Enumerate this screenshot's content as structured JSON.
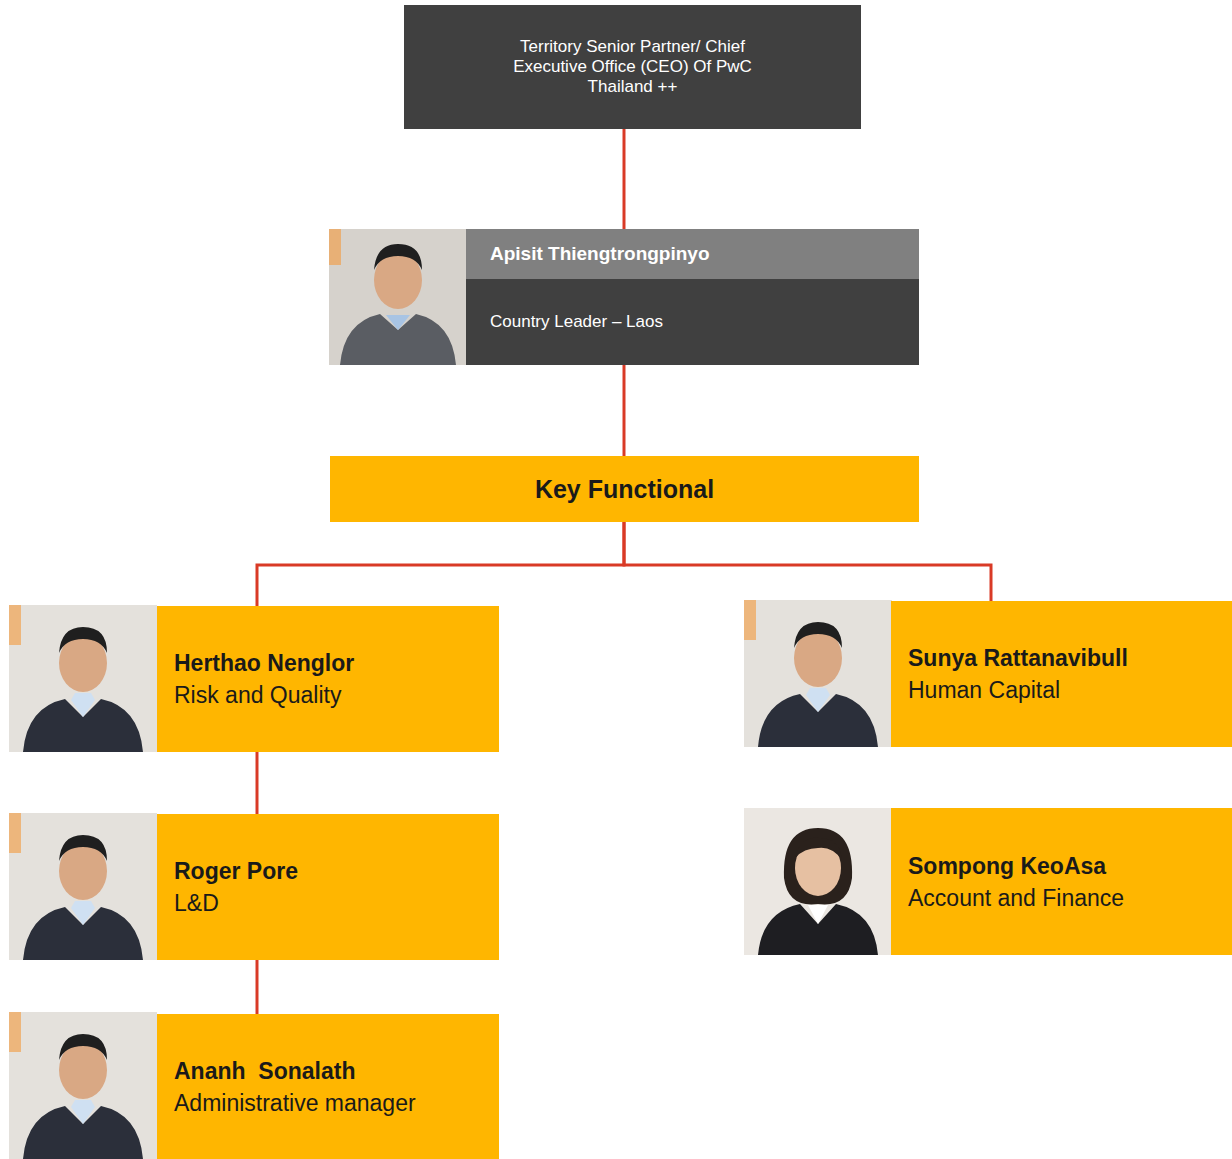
{
  "diagram": {
    "nodes": [
      {
        "text": [
          "Territory Senior Partner/ Chief Executive Office (CEO) Of PwC Thailand ++"
        ]
      },
      {
        "text": [
          "Apisit Thiengtrongpinyo",
          "Country Leader – Laos"
        ]
      },
      {
        "text": [
          "Key Functional"
        ]
      },
      {
        "text": [
          "Herthao Nenglor",
          "Risk and Quality"
        ]
      },
      {
        "text": [
          "Roger Pore",
          "L&D"
        ]
      },
      {
        "text": [
          "Ananh  Sonalath",
          "Administrative manager"
        ]
      },
      {
        "text": [
          "Sunya Rattanavibull",
          "Human Capital"
        ]
      },
      {
        "text": [
          "Sompong KeoAsa",
          "Account and Finance"
        ]
      }
    ],
    "edges": [
      {
        "from": 0,
        "to": 1,
        "arrow": "none"
      },
      {
        "from": 1,
        "to": 2,
        "arrow": "none"
      },
      {
        "from": 2,
        "to": 3,
        "arrow": "none"
      },
      {
        "from": 2,
        "to": 6,
        "arrow": "none"
      },
      {
        "from": 3,
        "to": 4,
        "arrow": "none"
      },
      {
        "from": 4,
        "to": 5,
        "arrow": "none"
      }
    ]
  }
}
